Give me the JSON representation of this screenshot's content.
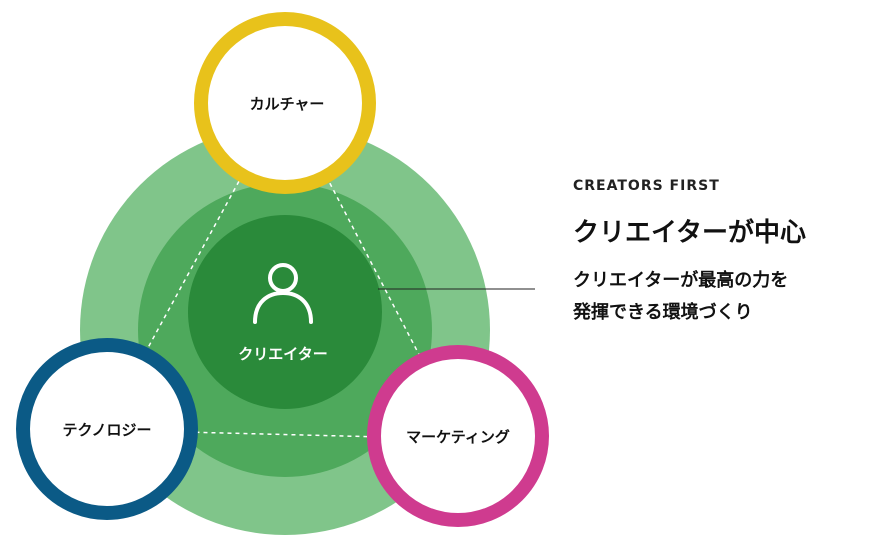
{
  "diagram": {
    "nodes": {
      "culture": "カルチャー",
      "technology": "テクノロジー",
      "marketing": "マーケティング",
      "center": "クリエイター"
    },
    "icons": {
      "center": "person-icon"
    },
    "colors": {
      "outer_ring": "#80c58a",
      "middle_ring": "#4ea95c",
      "inner_circle": "#2a8a3a",
      "culture_ring": "#e8c21b",
      "technology_ring": "#0b5a86",
      "marketing_ring": "#cf3b8f"
    }
  },
  "info": {
    "eyebrow": "CREATORS FIRST",
    "headline": "クリエイターが中心",
    "description_lines": [
      "クリエイターが最高の力を",
      "発揮できる環境づくり"
    ]
  }
}
